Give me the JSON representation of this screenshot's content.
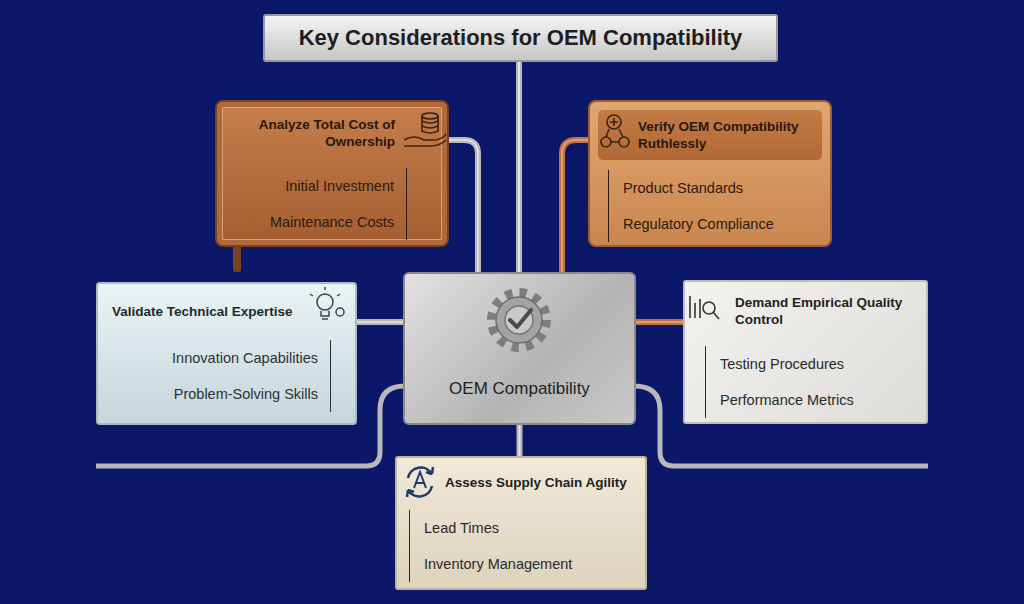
{
  "diagram": {
    "title": "Key Considerations for OEM Compatibility",
    "nodes": [
      {
        "text": [
          "Analyze Total Cost of Ownership",
          "Initial Investment",
          "Maintenance Costs"
        ]
      },
      {
        "text": [
          "Verify OEM Compatibility Ruthlessly",
          "Product Standards",
          "Regulatory Compliance"
        ]
      },
      {
        "text": [
          "Validate Technical Expertise",
          "Innovation Capabilities",
          "Problem-Solving Skills"
        ]
      },
      {
        "text": [
          "OEM Compatibility"
        ]
      },
      {
        "text": [
          "Demand Empirical Quality Control",
          "Testing Procedures",
          "Performance Metrics"
        ]
      },
      {
        "text": [
          "Assess Supply Chain Agility",
          "Lead Times",
          "Inventory Management"
        ]
      }
    ],
    "edges": [
      {
        "from": 3,
        "to": 0,
        "arrow": "none"
      },
      {
        "from": 3,
        "to": 1,
        "arrow": "none"
      },
      {
        "from": 3,
        "to": 2,
        "arrow": "none"
      },
      {
        "from": 3,
        "to": 4,
        "arrow": "none"
      },
      {
        "from": 3,
        "to": 5,
        "arrow": "none"
      }
    ]
  }
}
